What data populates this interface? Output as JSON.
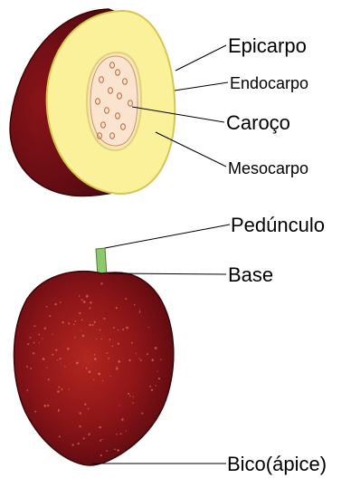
{
  "labels": {
    "epicarp": "Epicarpo",
    "endocarp": "Endocarpo",
    "pit": "Caroço",
    "mesocarp": "Mesocarpo",
    "stalk": "Pedúnculo",
    "base": "Base",
    "tip": "Bico(ápice)"
  },
  "colors": {
    "skin_dark": "#6b0f14",
    "skin_red": "#9e1a1e",
    "flesh": "#fbf19a",
    "pit": "#fbe4cf",
    "stalk": "#8dc86a",
    "leader_line": "#000000"
  }
}
